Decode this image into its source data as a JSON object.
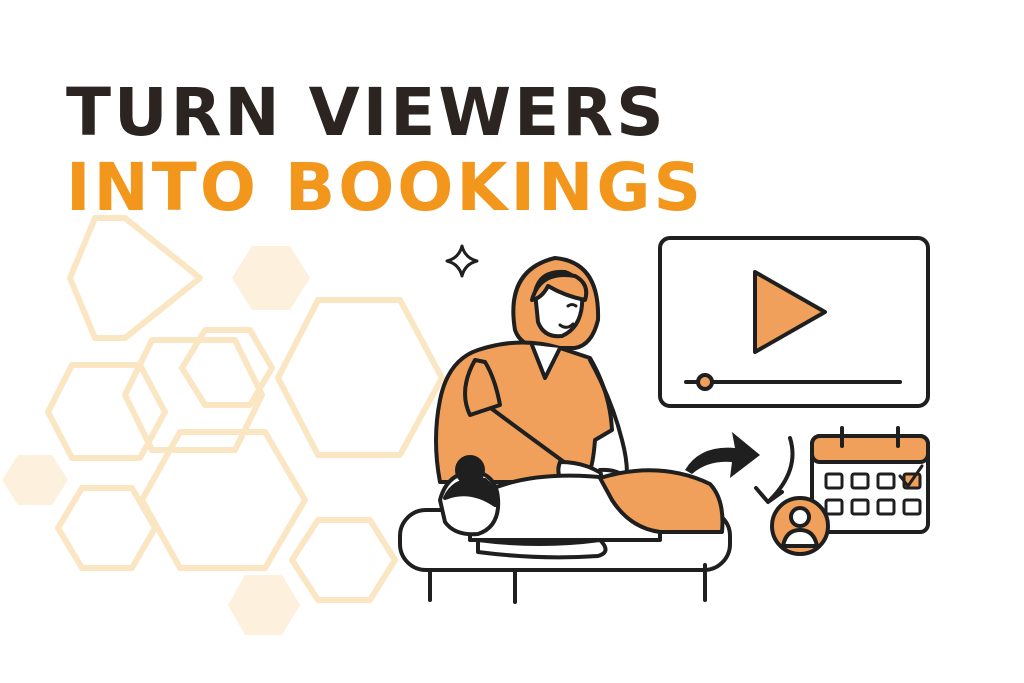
{
  "headline": {
    "line1": "TURN VIEWERS",
    "line2": "INTO BOOKINGS"
  },
  "colors": {
    "dark_text": "#2b2420",
    "accent_orange": "#f2961c",
    "illustration_orange": "#f0a05a",
    "hexagon_fill": "#fdf0dc",
    "hexagon_stroke": "#fbe6c4",
    "line_art": "#1f1f1f"
  },
  "icons": [
    "hexagon-pattern",
    "sparkle-icon",
    "video-player-icon",
    "play-icon",
    "curved-arrow-icon",
    "calendar-icon",
    "user-avatar-icon"
  ]
}
